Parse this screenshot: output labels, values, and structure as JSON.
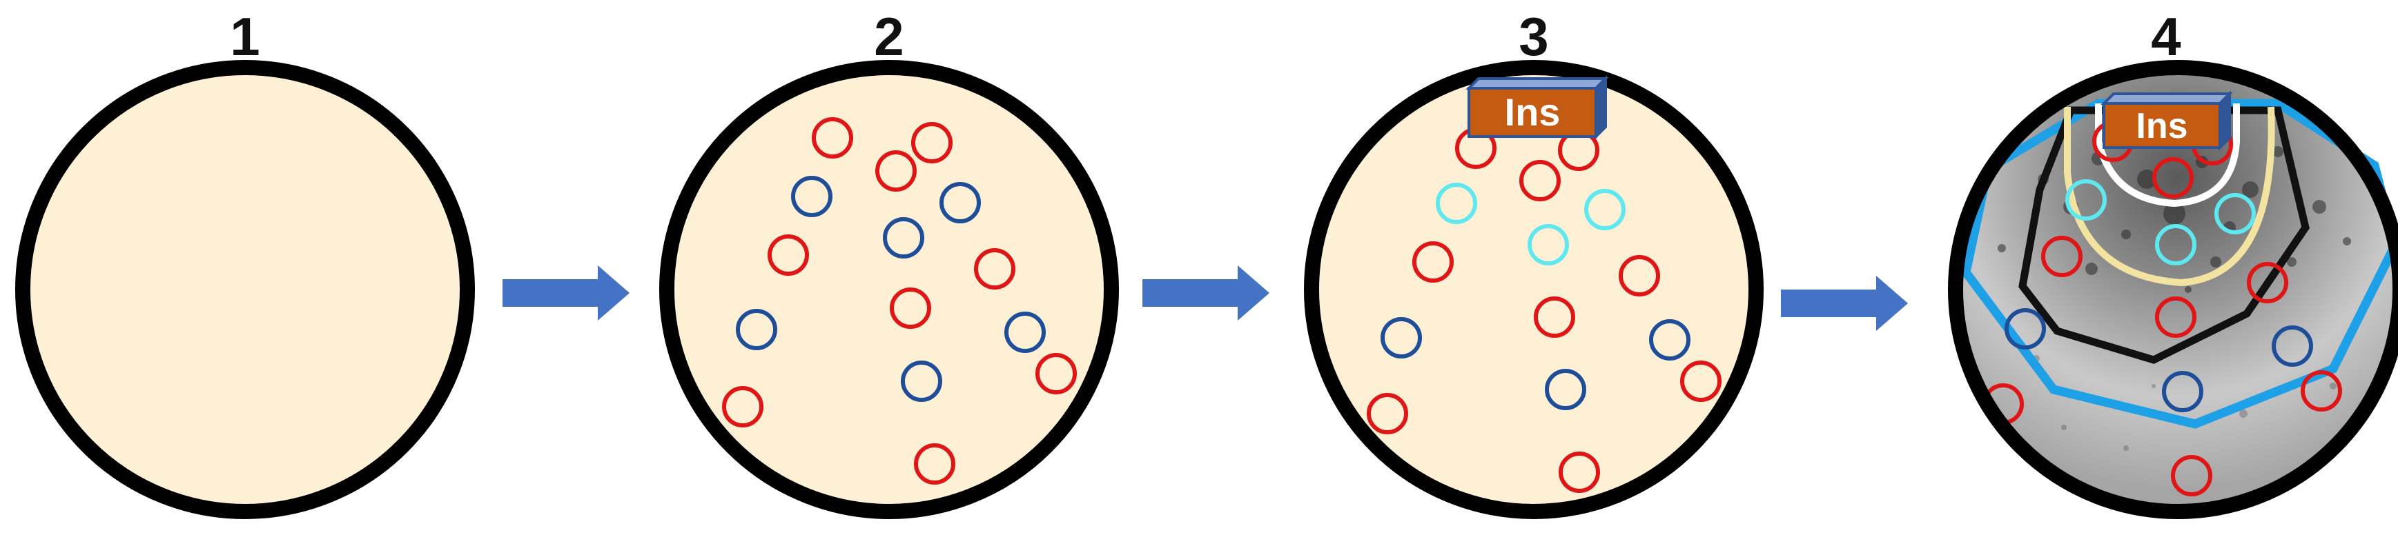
{
  "panels": [
    {
      "label": "1"
    },
    {
      "label": "2"
    },
    {
      "label": "3"
    },
    {
      "label": "4"
    }
  ],
  "ins_label": "Ins",
  "colors": {
    "dish_fill": "#FDF0D5",
    "dish_border": "#000000",
    "arrow": "#4472C4",
    "red_marker": "#E01515",
    "blue_marker": "#1F4E99",
    "cyan_marker": "#5FE8F0",
    "ins_box": "#C55A11",
    "ins_box_edge": "#2F5597",
    "zone_white": "#FFFFFF",
    "zone_yellow": "#F3E3A0",
    "zone_black": "#111111",
    "zone_blue": "#1EA0E6"
  },
  "icons": [
    "petri-dish",
    "arrow-right",
    "insert-box",
    "circle-marker"
  ]
}
